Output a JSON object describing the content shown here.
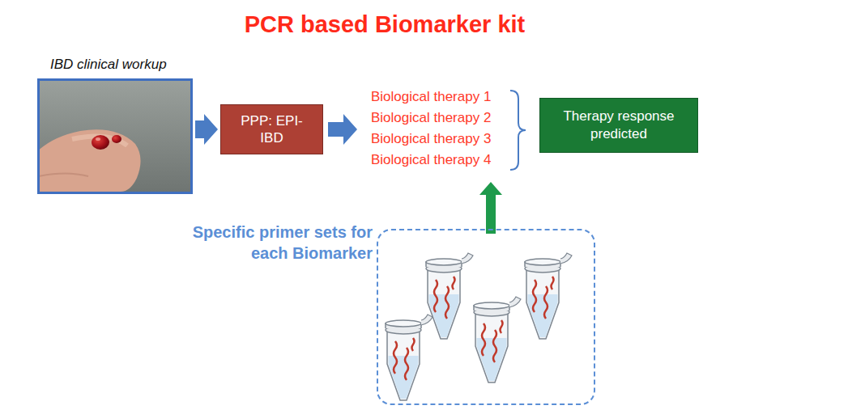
{
  "diagram": {
    "title": "PCR based Biomarker kit",
    "nodes": [
      {
        "text": [
          "IBD clinical workup"
        ]
      },
      {
        "text": [
          "PPP: EPI-IBD"
        ]
      },
      {
        "text": [
          "Therapy response predicted"
        ]
      },
      {
        "text": [
          "Specific primer sets for each Biomarker"
        ]
      }
    ],
    "edges": [
      {
        "from": 0,
        "to": 1,
        "arrow": "to"
      }
    ],
    "labels": [
      "Biological therapy 1",
      "Biological therapy 2",
      "Biological therapy 3",
      "Biological therapy 4"
    ]
  }
}
